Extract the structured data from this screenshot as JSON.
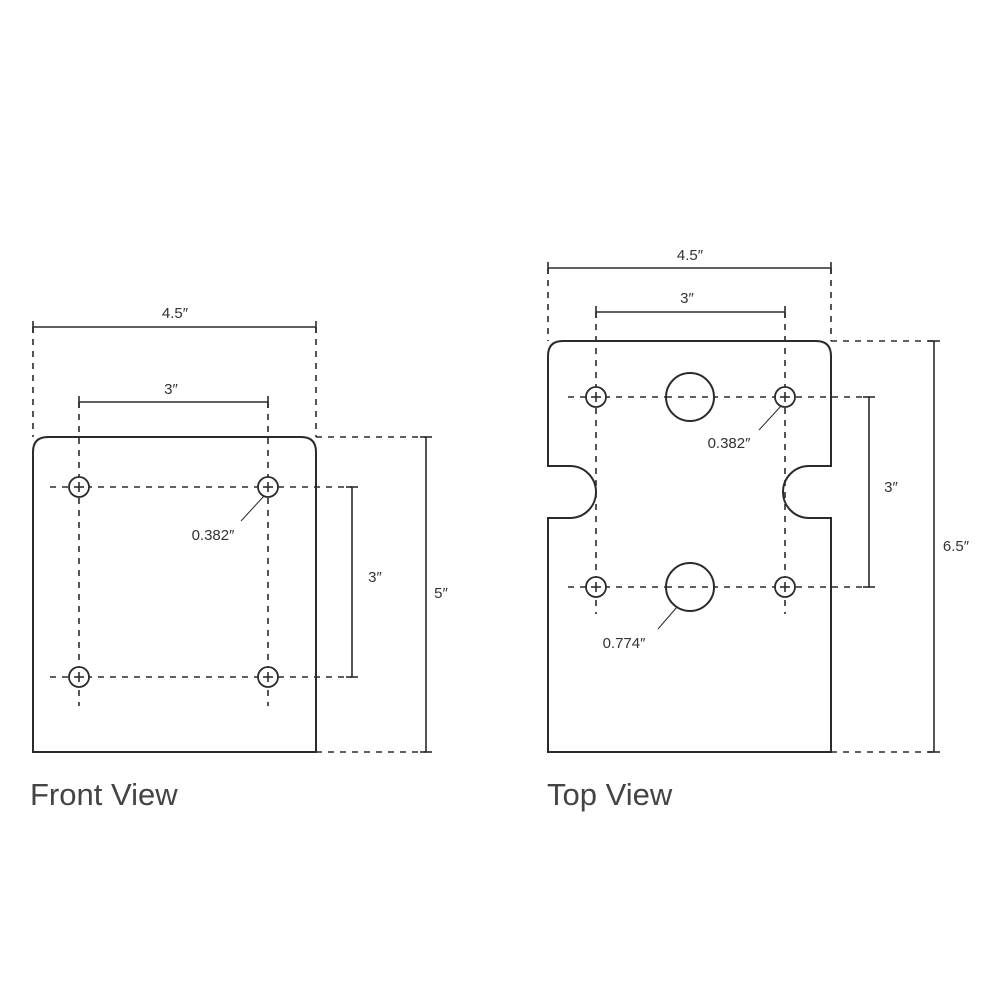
{
  "front_view": {
    "title": "Front View",
    "width_label": "4.5″",
    "hole_spacing_h_label": "3″",
    "hole_spacing_v_label": "3″",
    "height_label": "5″",
    "hole_dia_label": "0.382″"
  },
  "top_view": {
    "title": "Top View",
    "width_label": "4.5″",
    "hole_spacing_h_label": "3″",
    "hole_spacing_v_label": "3″",
    "height_label": "6.5″",
    "small_hole_dia_label": "0.382″",
    "large_hole_dia_label": "0.774″"
  },
  "colors": {
    "line": "#2b2b2b",
    "text": "#333333",
    "background": "#ffffff"
  }
}
